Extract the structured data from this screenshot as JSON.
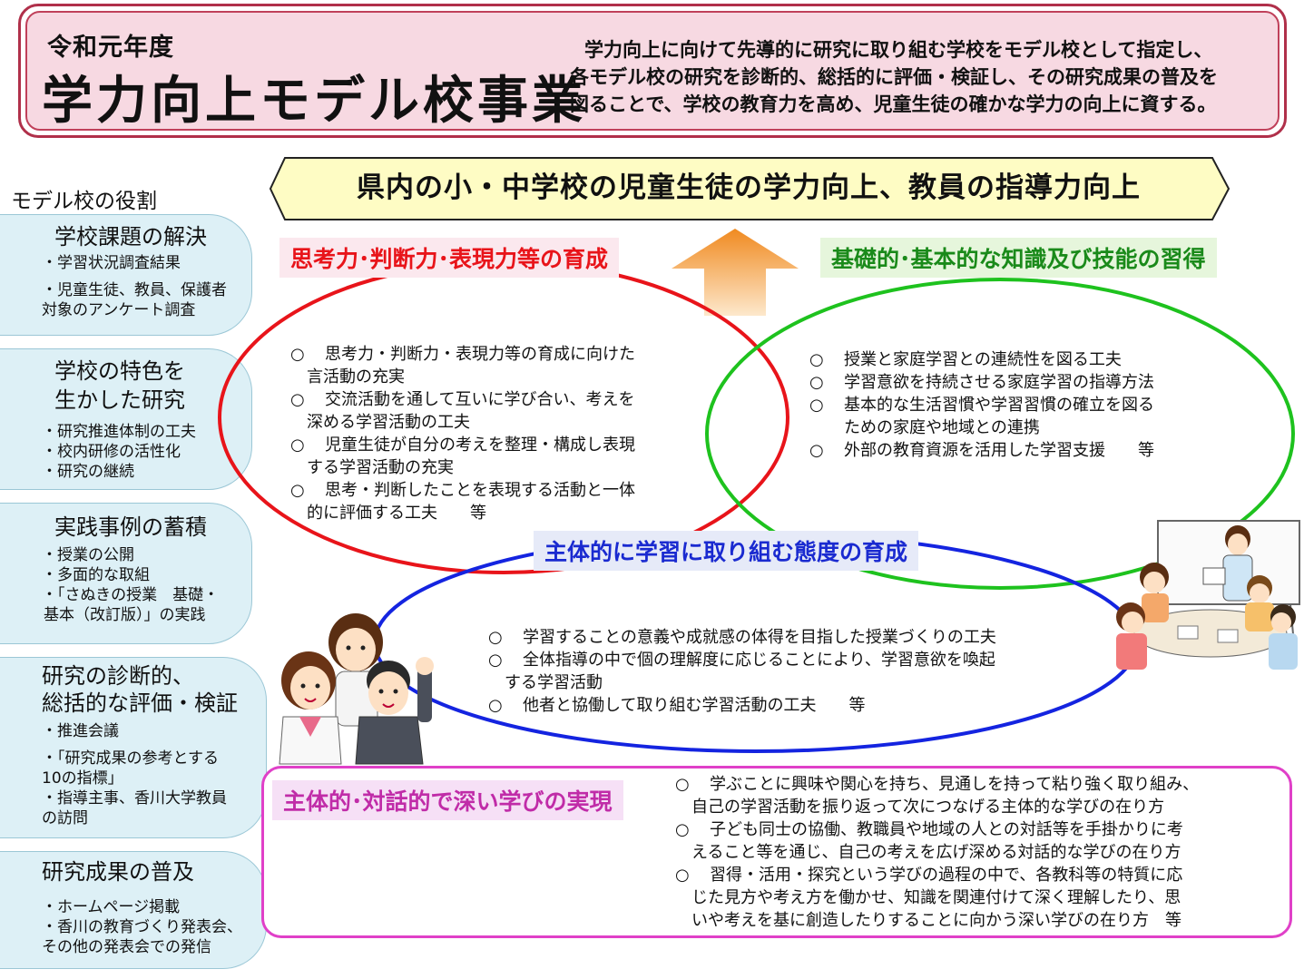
{
  "header": {
    "year": "令和元年度",
    "title": "学力向上モデル校事業",
    "purpose_lines": [
      "学力向上に向けて先導的に研究に取り組む学校をモデル校として指定し、",
      "各モデル校の研究を診断的、総括的に評価・検証し、その研究成果の普及を",
      "図ることで、学校の教育力を高め、児童生徒の確かな学力の向上に資する。"
    ]
  },
  "sidebar": {
    "heading": "モデル校の役割",
    "roles": [
      {
        "title_lines": [
          "学校課題の解決"
        ],
        "items": [
          "・学習状況調査結果",
          "・児童生徒、教員、保護者",
          "対象のアンケート調査"
        ]
      },
      {
        "title_lines": [
          "学校の特色を",
          "生かした研究"
        ],
        "items": [
          "・研究推進体制の工夫",
          "・校内研修の活性化",
          "・研究の継続"
        ]
      },
      {
        "title_lines": [
          "実践事例の蓄積"
        ],
        "items": [
          "・授業の公開",
          "・多面的な取組",
          "・「さぬきの授業　基礎・",
          "基本（改訂版）」の実践"
        ]
      },
      {
        "title_lines": [
          "研究の診断的、",
          "総括的な評価・検証"
        ],
        "items": [
          "・推進会議",
          "・「研究成果の参考とする",
          "10の指標」",
          "・指導主事、香川大学教員",
          "の訪問"
        ]
      },
      {
        "title_lines": [
          "研究成果の普及"
        ],
        "items": [
          "・ホームページ掲載",
          "・香川の教育づくり発表会、",
          "その他の発表会での発信"
        ]
      }
    ]
  },
  "goal": "県内の小・中学校の児童生徒の学力向上、教員の指導力向上",
  "labels": {
    "red": "思考力･判断力･表現力等の育成",
    "green": "基礎的･基本的な知識及び技能の習得",
    "blue": "主体的に学習に取り組む態度の育成",
    "pink": "主体的･対話的で深い学びの実現"
  },
  "marker": "○",
  "lists": {
    "red": [
      [
        "思考力・判断力・表現力等の育成に向けた",
        "言活動の充実"
      ],
      [
        "交流活動を通して互いに学び合い、考えを",
        "深める学習活動の工夫"
      ],
      [
        "児童生徒が自分の考えを整理・構成し表現",
        "する学習活動の充実"
      ],
      [
        "思考・判断したことを表現する活動と一体",
        "的に評価する工夫　　等"
      ]
    ],
    "green": [
      [
        "授業と家庭学習との連続性を図る工夫"
      ],
      [
        "学習意欲を持続させる家庭学習の指導方法"
      ],
      [
        "基本的な生活習慣や学習習慣の確立を図る",
        "ための家庭や地域との連携"
      ],
      [
        "外部の教育資源を活用した学習支援　　等"
      ]
    ],
    "blue": [
      [
        "学習することの意義や成就感の体得を目指した授業づくりの工夫"
      ],
      [
        "全体指導の中で個の理解度に応じることにより、学習意欲を喚起",
        "する学習活動"
      ],
      [
        "他者と協働して取り組む学習活動の工夫　　等"
      ]
    ],
    "pink": [
      [
        "学ぶことに興味や関心を持ち、見通しを持って粘り強く取り組み、",
        "自己の学習活動を振り返って次につなげる主体的な学びの在り方"
      ],
      [
        "子ども同士の協働、教職員や地域の人との対話等を手掛かりに考",
        "えること等を通じ、自己の考えを広げ深める対話的な学びの在り方"
      ],
      [
        "習得・活用・探究という学びの過程の中で、各教科等の特質に応",
        "じた見方や考え方を働かせ、知識を関連付けて深く理解したり、思",
        "いや考えを基に創造したりすることに向かう深い学びの在り方　等"
      ]
    ]
  },
  "colors": {
    "red_ellipse": "#e8141a",
    "green_ellipse": "#1ec21e",
    "blue_ellipse": "#1424e0",
    "pink_box": "#e040c8",
    "header_bg": "#f7d9e2",
    "goal_bg": "#fefcc4",
    "sidebar_bg": "#ddf0f6",
    "arrow": "#f4a04a"
  }
}
